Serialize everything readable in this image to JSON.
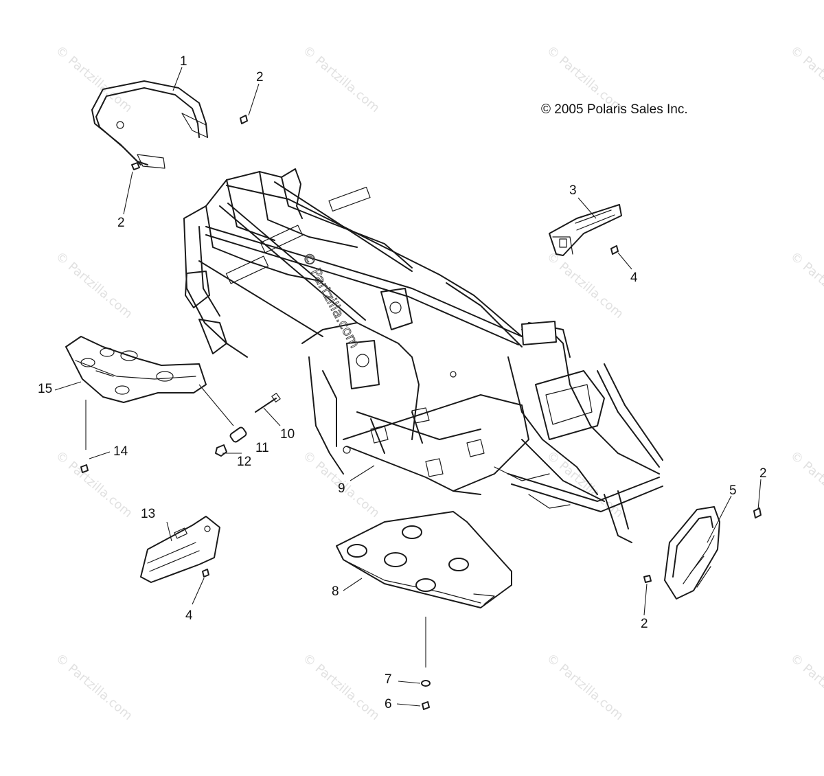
{
  "copyright": "© 2005 Polaris Sales Inc.",
  "watermark": "© Partzilla.com",
  "center_watermark": "© Partzilla.com",
  "callouts": [
    {
      "id": "c1",
      "label": "1"
    },
    {
      "id": "c2a",
      "label": "2"
    },
    {
      "id": "c2b",
      "label": "2"
    },
    {
      "id": "c2c",
      "label": "2"
    },
    {
      "id": "c2d",
      "label": "2"
    },
    {
      "id": "c3",
      "label": "3"
    },
    {
      "id": "c4a",
      "label": "4"
    },
    {
      "id": "c4b",
      "label": "4"
    },
    {
      "id": "c5",
      "label": "5"
    },
    {
      "id": "c6",
      "label": "6"
    },
    {
      "id": "c7",
      "label": "7"
    },
    {
      "id": "c8",
      "label": "8"
    },
    {
      "id": "c9",
      "label": "9"
    },
    {
      "id": "c10",
      "label": "10"
    },
    {
      "id": "c11",
      "label": "11"
    },
    {
      "id": "c12",
      "label": "12"
    },
    {
      "id": "c13",
      "label": "13"
    },
    {
      "id": "c14",
      "label": "14"
    },
    {
      "id": "c15",
      "label": "15"
    }
  ]
}
